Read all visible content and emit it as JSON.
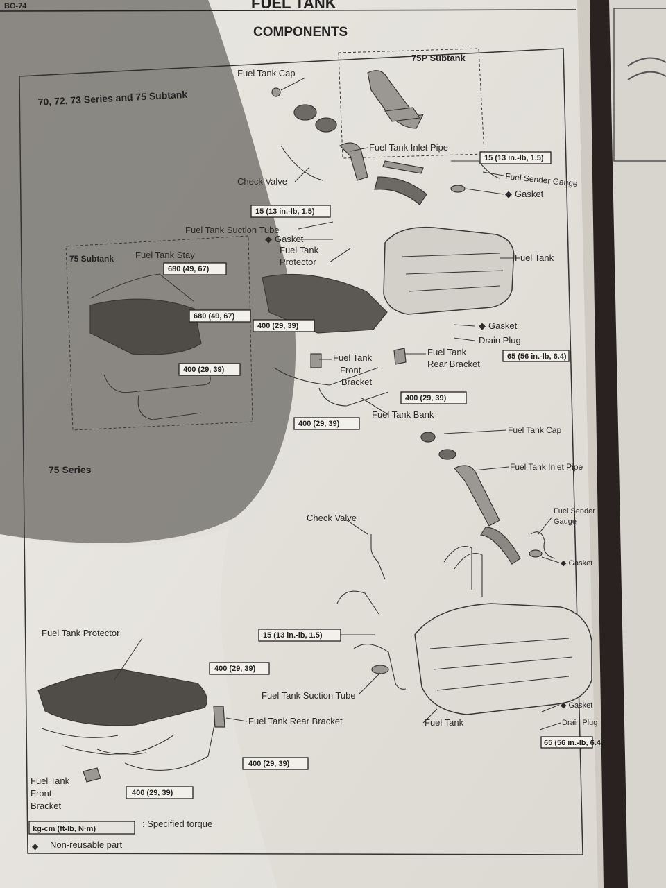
{
  "page": {
    "code": "BO-74",
    "title": "FUEL TANK",
    "subtitle": "COMPONENTS"
  },
  "section_top": {
    "heading": "70, 72, 73 Series and 75 Subtank",
    "subtank_75p": "75P Subtank",
    "subtank_75": "75 Subtank",
    "labels": {
      "fuel_tank_cap": "Fuel Tank Cap",
      "fuel_tank_inlet_pipe": "Fuel Tank Inlet Pipe",
      "check_valve": "Check Valve",
      "fuel_sender_gauge": "Fuel Sender Gauge",
      "gasket_right": "Gasket",
      "fuel_tank_suction_tube": "Fuel Tank Suction Tube",
      "gasket_left": "Gasket",
      "fuel_tank_protector_1": "Fuel Tank",
      "fuel_tank_protector_2": "Protector",
      "fuel_tank": "Fuel Tank",
      "fuel_tank_stay": "Fuel Tank Stay",
      "gasket_drain": "Gasket",
      "drain_plug": "Drain Plug",
      "front_bracket_1": "Fuel Tank",
      "front_bracket_2": "Front",
      "front_bracket_3": "Bracket",
      "rear_bracket_1": "Fuel Tank",
      "rear_bracket_2": "Rear Bracket",
      "fuel_tank_bank": "Fuel Tank Bank"
    },
    "torques": {
      "t1": "15 (13 in.-lb, 1.5)",
      "t2": "15 (13 in.-lb, 1.5)",
      "t3": "680 (49, 67)",
      "t4": "680 (49, 67)",
      "t5": "400 (29, 39)",
      "t6": "400 (29, 39)",
      "t7": "400 (29, 39)",
      "t8": "400 (29, 39)",
      "t9": "65 (56 in.-lb, 6.4)"
    }
  },
  "section_bottom": {
    "heading": "75 Series",
    "labels": {
      "fuel_tank_cap": "Fuel Tank Cap",
      "fuel_tank_inlet_pipe": "Fuel Tank Inlet Pipe",
      "fuel_sender_1": "Fuel Sender",
      "fuel_sender_2": "Gauge",
      "gasket": "Gasket",
      "check_valve": "Check Valve",
      "fuel_tank_protector": "Fuel Tank Protector",
      "fuel_tank_suction_tube": "Fuel Tank Suction Tube",
      "fuel_tank_rear_bracket": "Fuel Tank Rear Bracket",
      "fuel_tank": "Fuel Tank",
      "gasket_drain": "Gasket",
      "drain_plug": "Drain Plug",
      "front_bracket_1": "Fuel Tank",
      "front_bracket_2": "Front",
      "front_bracket_3": "Bracket"
    },
    "torques": {
      "t1": "15 (13 in.-lb, 1.5)",
      "t2": "400 (29, 39)",
      "t3": "400 (29, 39)",
      "t4": "400 (29, 39)",
      "t5": "65 (56 in.-lb, 6.4)"
    }
  },
  "legend": {
    "unit_box": "kg-cm (ft-lb, N·m)",
    "unit_desc": ": Specified torque",
    "symbol": "◆",
    "symbol_desc": "Non-reusable part"
  },
  "symbols": {
    "diamond": "◆"
  }
}
